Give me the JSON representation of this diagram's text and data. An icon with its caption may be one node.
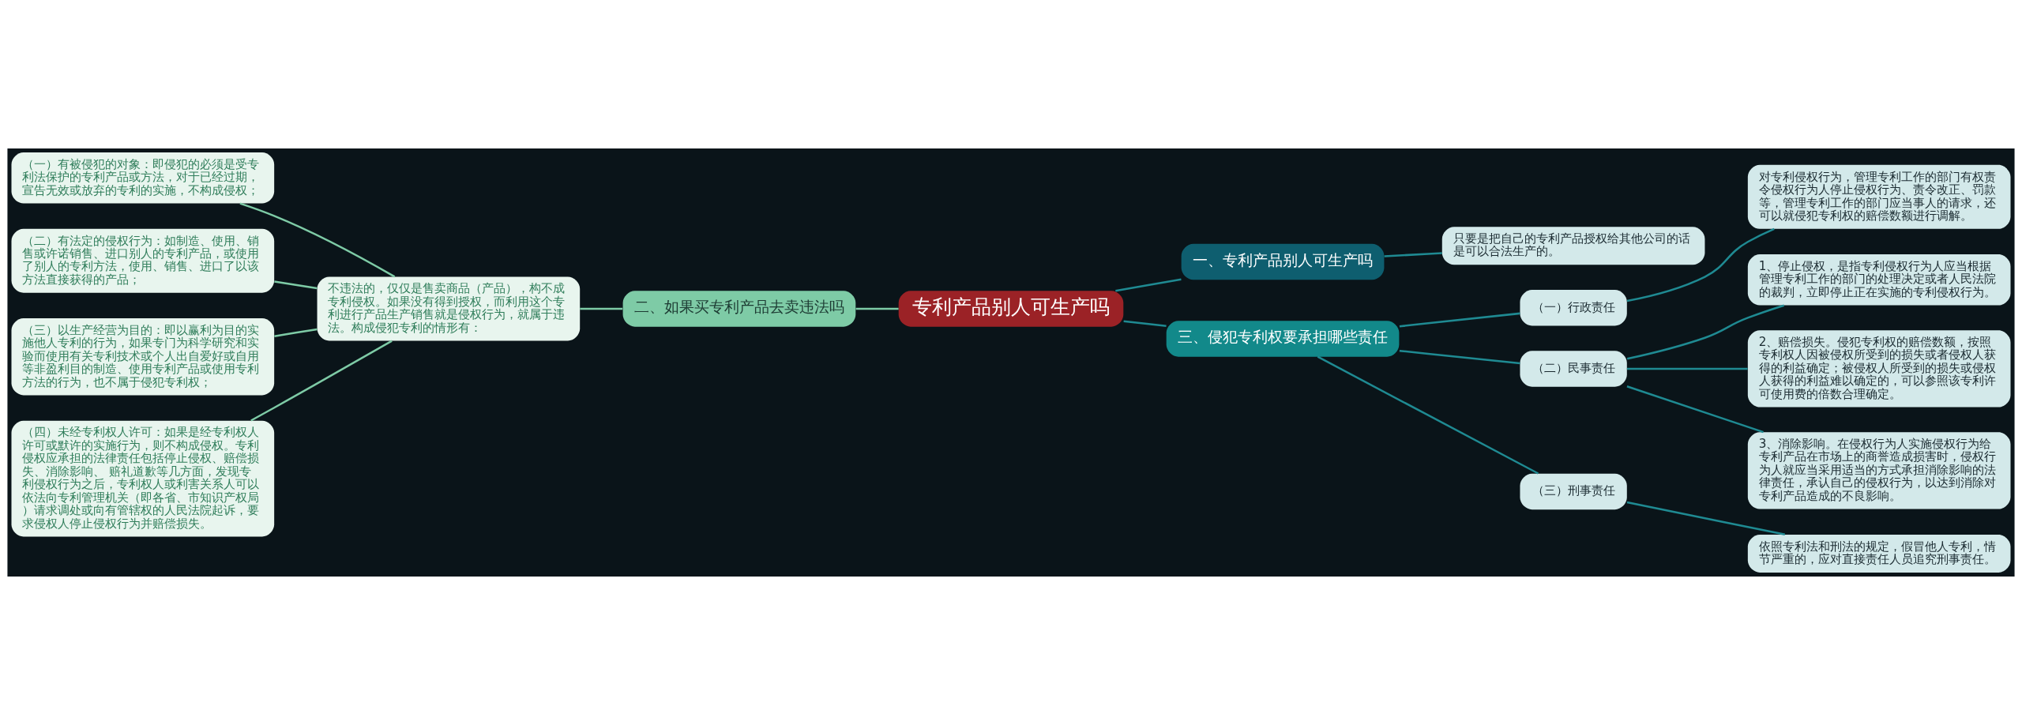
{
  "diagram": {
    "nodes": [
      {
        "text": [
          "专利产品别人可生产吗"
        ]
      },
      {
        "text": [
          "一、专利产品别人可生产吗"
        ]
      },
      {
        "text": [
          "只要是把自己的专利产品授权给其他公司的话是可以合法生产的。"
        ]
      },
      {
        "text": [
          "二、如果买专利产品去卖违法吗"
        ]
      },
      {
        "text": [
          "不违法的，仅仅是售卖商品（产品），构不成专利侵权。如果没有得到授权，而利用这个专利进行产品生产销售就是侵权行为，就属于违法。构成侵犯专利的情形有："
        ]
      },
      {
        "text": [
          "（一）有被侵犯的对象：即侵犯的必须是受专利法保护的专利产品或方法，对于已经过期，宣告无效或放弃的专利的实施，不构成侵权；"
        ]
      },
      {
        "text": [
          "（二）有法定的侵权行为：如制造、使用、销售或许诺销售、进口别人的专利产品，或使用了别人的专利方法，使用、销售、进口了以该方法直接获得的产品；"
        ]
      },
      {
        "text": [
          "（三）以生产经营为目的：即以赢利为目的实施他人专利的行为，如果专门为科学研究和实验而使用有关专利技术或个人出自爱好或自用等非盈利目的制造、使用专利产品或使用专利方法的行为，也不属于侵犯专利权；"
        ]
      },
      {
        "text": [
          "（四）未经专利权人许可：如果是经专利权人许可或默许的实施行为，则不构成侵权。专利侵权应承担的法律责任包括停止侵权、赔偿损失、消除影响、 赔礼道歉等几方面，发现专利侵权行为之后，专利权人或利害关系人可以依法向专利管理机关（即各省、市知识产权局）请求调处或向有管辖权的人民法院起诉，要求侵权人停止侵权行为并赔偿损失。"
        ]
      },
      {
        "text": [
          "三、侵犯专利权要承担哪些责任"
        ]
      },
      {
        "text": [
          "（一）行政责任"
        ]
      },
      {
        "text": [
          "对专利侵权行为，管理专利工作的部门有权责令侵权行为人停止侵权行为、责令改正、罚款等，管理专利工作的部门应当事人的请求，还可以就侵犯专利权的赔偿数额进行调解。"
        ]
      },
      {
        "text": [
          "（二）民事责任"
        ]
      },
      {
        "text": [
          "1、停止侵权，是指专利侵权行为人应当根据管理专利工作的部门的处理决定或者人民法院的裁判，立即停止正在实施的专利侵权行为。"
        ]
      },
      {
        "text": [
          "2、赔偿损失。侵犯专利权的赔偿数额，按照专利权人因被侵权所受到的损失或者侵权人获得的利益确定；被侵权人所受到的损失或侵权人获得的利益难以确定的，可以参照该专利许可使用费的倍数合理确定。"
        ]
      },
      {
        "text": [
          "3、消除影响。在侵权行为人实施侵权行为给专利产品在市场上的商誉造成损害时，侵权行为人就应当采用适当的方式承担消除影响的法律责任，承认自己的侵权行为，以达到消除对专利产品造成的不良影响。"
        ]
      },
      {
        "text": [
          "（三）刑事责任"
        ]
      },
      {
        "text": [
          "依照专利法和刑法的规定，假冒他人专利，情节严重的，应对直接责任人员追究刑事责任。"
        ]
      }
    ],
    "edges": [
      {
        "from": 0,
        "to": 1,
        "arrow": "none"
      },
      {
        "from": 1,
        "to": 2,
        "arrow": "none"
      },
      {
        "from": 0,
        "to": 3,
        "arrow": "none",
        "color": "#7ecba6"
      },
      {
        "from": 3,
        "to": 4,
        "arrow": "none",
        "color": "#7ecba6"
      },
      {
        "from": 4,
        "to": 5,
        "arrow": "none",
        "color": "#7ecba6"
      },
      {
        "from": 4,
        "to": 6,
        "arrow": "none",
        "color": "#7ecba6"
      },
      {
        "from": 4,
        "to": 7,
        "arrow": "none",
        "color": "#7ecba6"
      },
      {
        "from": 4,
        "to": 8,
        "arrow": "none",
        "color": "#7ecba6"
      },
      {
        "from": 0,
        "to": 9,
        "arrow": "none"
      },
      {
        "from": 9,
        "to": 10,
        "arrow": "none"
      },
      {
        "from": 10,
        "to": 11,
        "arrow": "none"
      },
      {
        "from": 9,
        "to": 12,
        "arrow": "none"
      },
      {
        "from": 12,
        "to": 13,
        "arrow": "none"
      },
      {
        "from": 12,
        "to": 14,
        "arrow": "none"
      },
      {
        "from": 12,
        "to": 15,
        "arrow": "none"
      },
      {
        "from": 9,
        "to": 16,
        "arrow": "none"
      },
      {
        "from": 16,
        "to": 17,
        "arrow": "none"
      }
    ]
  }
}
